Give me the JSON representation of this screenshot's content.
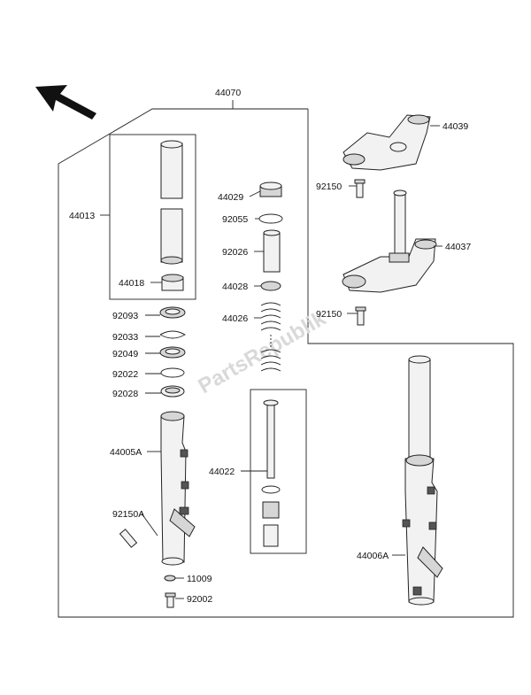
{
  "watermark": "PartsRepublik",
  "labels": {
    "l44070": "44070",
    "l44039": "44039",
    "l44013": "44013",
    "l44029": "44029",
    "l92150a": "92150",
    "l92055": "92055",
    "l44037": "44037",
    "l92026": "92026",
    "l44018": "44018",
    "l44028": "44028",
    "l92150b": "92150",
    "l92093": "92093",
    "l44026": "44026",
    "l92033": "92033",
    "l92049": "92049",
    "l92022": "92022",
    "l92028": "92028",
    "l44005A": "44005A",
    "l44022": "44022",
    "l92150A": "92150A",
    "l44006A": "44006A",
    "l11009": "11009",
    "l92002": "92002"
  },
  "icons": {
    "direction": "front-arrow-icon"
  }
}
